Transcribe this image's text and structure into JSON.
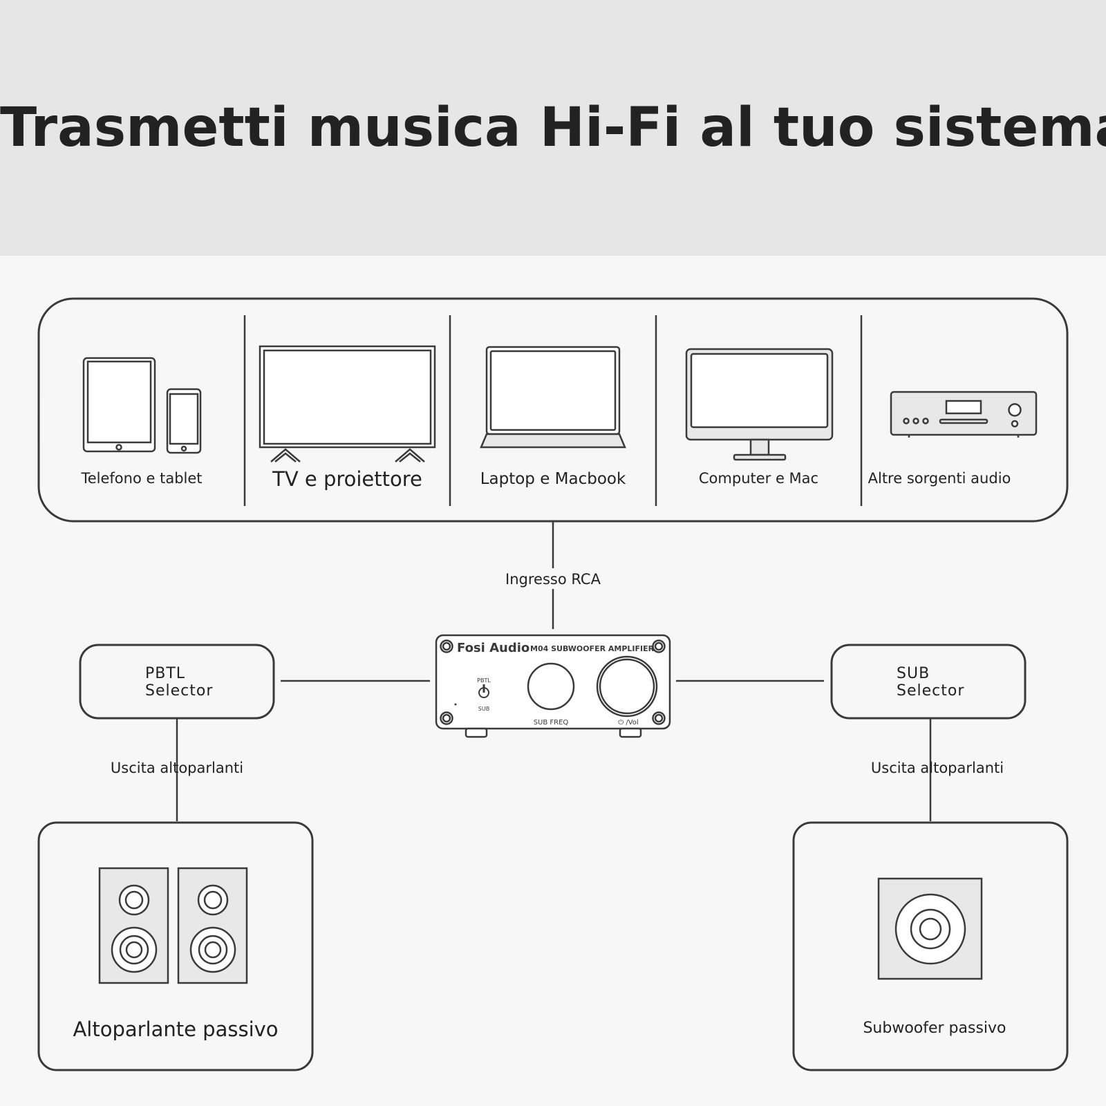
{
  "title": "Trasmetti musica Hi-Fi al tuo sistema",
  "sources": [
    {
      "label": "Telefono e tablet",
      "icon": "tablet-phone-icon"
    },
    {
      "label": "TV e proiettore",
      "icon": "tv-icon"
    },
    {
      "label": "Laptop e Macbook",
      "icon": "laptop-icon"
    },
    {
      "label": "Computer e Mac",
      "icon": "monitor-icon"
    },
    {
      "label": "Altre sorgenti audio",
      "icon": "audio-source-icon"
    }
  ],
  "input_label": "Ingresso RCA",
  "amplifier": {
    "brand": "Fosi Audio",
    "model": "M04 SUBWOOFER AMPLIFIER",
    "switch_top": "PBTL",
    "switch_bottom": "SUB",
    "knob1": "SUB FREQ",
    "knob2": "⏻ /Vol"
  },
  "left": {
    "selector_line1": "PBTL",
    "selector_line2": "Selector",
    "output_label": "Uscita altoparlanti",
    "device_label": "Altoparlante passivo"
  },
  "right": {
    "selector_line1": "SUB",
    "selector_line2": "Selector",
    "output_label": "Uscita altoparlanti",
    "device_label": "Subwoofer passivo"
  }
}
